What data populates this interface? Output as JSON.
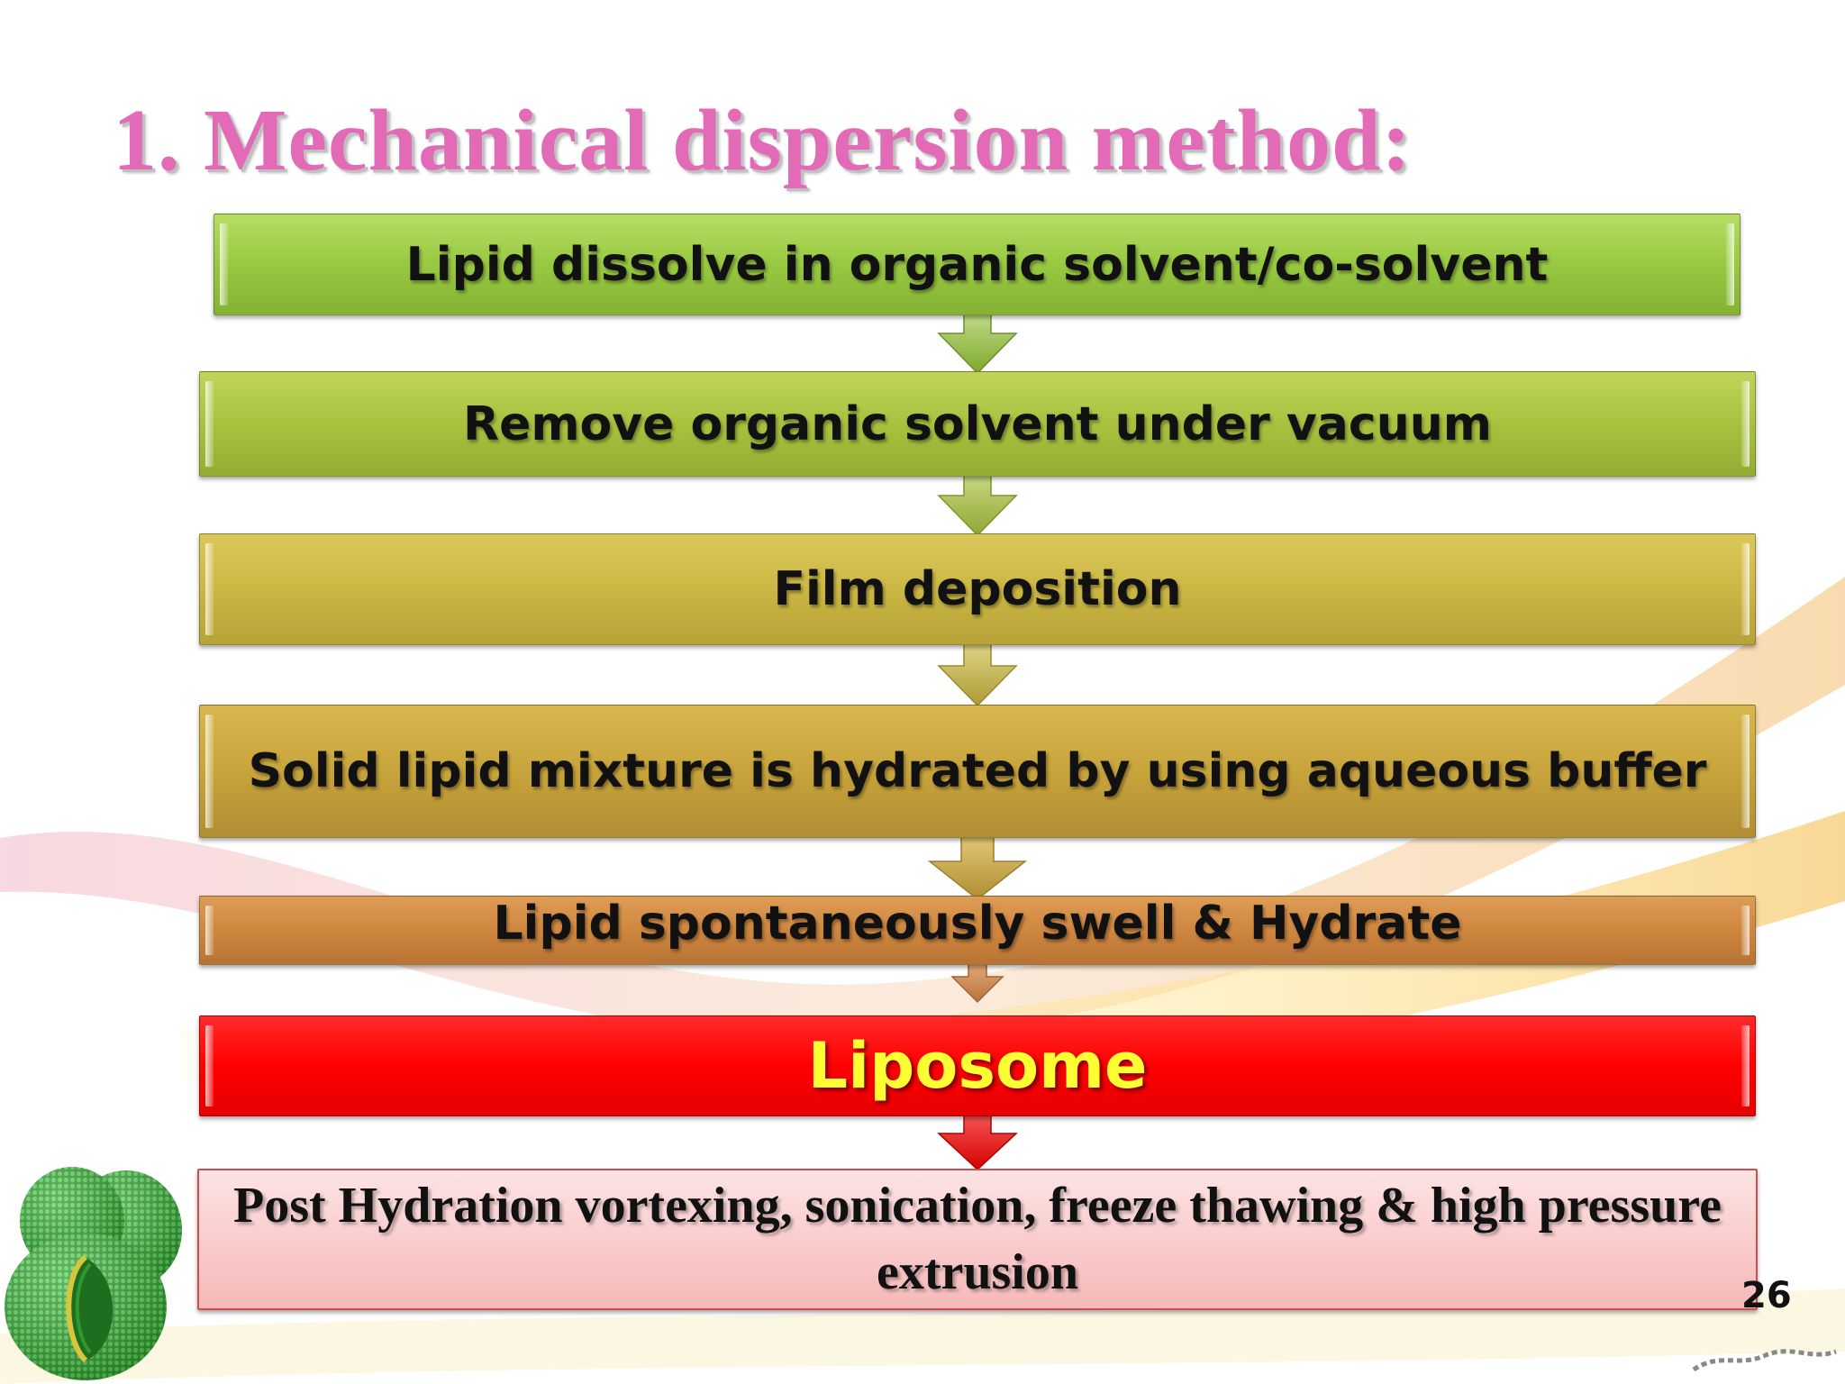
{
  "title": "1. Mechanical dispersion method:",
  "steps": [
    {
      "label": "Lipid dissolve in organic solvent/co-solvent",
      "color": "#98c941"
    },
    {
      "label": "Remove organic solvent under vacuum",
      "color": "#a8c23f"
    },
    {
      "label": "Film deposition",
      "color": "#cbb743"
    },
    {
      "label": "Solid lipid  mixture is hydrated by using aqueous buffer",
      "color": "#c8a43c"
    },
    {
      "label": "Lipid spontaneously swell & Hydrate",
      "color": "#cf873f"
    },
    {
      "label": "Liposome",
      "color": "#ff0000",
      "text_color": "#ffff33"
    },
    {
      "label": "Post Hydration vortexing, sonication, freeze thawing & high pressure extrusion",
      "color": "#f9c9c9"
    }
  ],
  "slide_number": "26",
  "colors": {
    "title": "#e36ab7"
  }
}
